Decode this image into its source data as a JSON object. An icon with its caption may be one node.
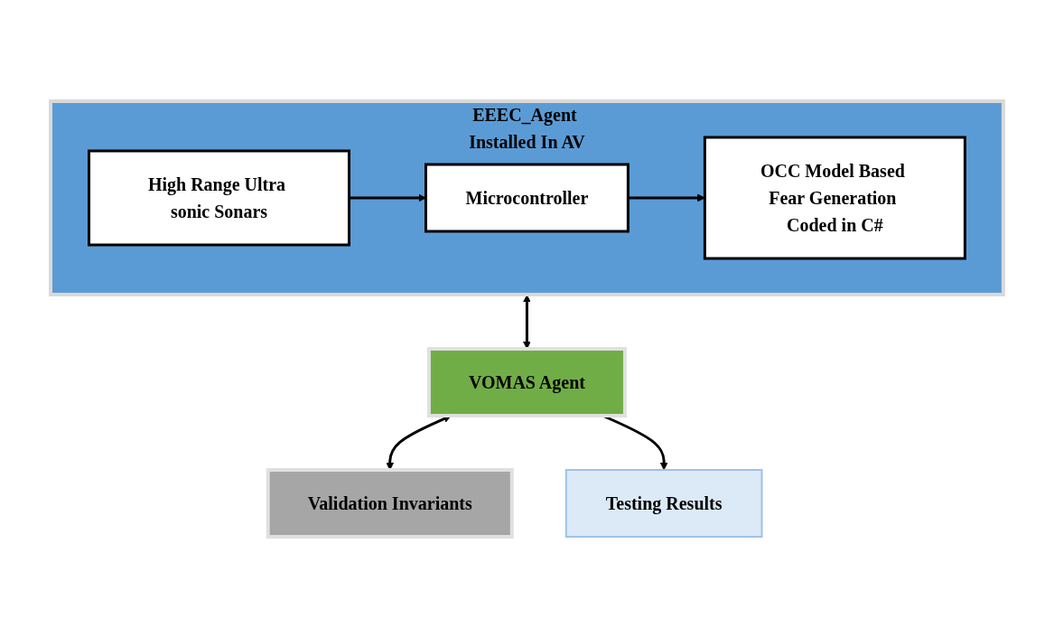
{
  "diagram": {
    "nodes": [
      {
        "text": [
          "EEEC_Agent Installed In AV"
        ]
      },
      {
        "text": [
          "High Range Ultra sonic Sonars"
        ],
        "in": 0
      },
      {
        "text": [
          "Microcontroller"
        ],
        "in": 0
      },
      {
        "text": [
          "OCC Model Based Fear Generation Coded in C#"
        ],
        "in": 0
      },
      {
        "text": [
          "VOMAS Agent"
        ]
      },
      {
        "text": [
          "Validation Invariants"
        ]
      },
      {
        "text": [
          "Testing Results"
        ]
      }
    ],
    "edges": [
      {
        "from": 1,
        "to": 2,
        "arrow": "to"
      },
      {
        "from": 2,
        "to": 3,
        "arrow": "to"
      },
      {
        "from": 0,
        "to": 4,
        "arrow": "both"
      },
      {
        "from": 4,
        "to": 5,
        "arrow": "both"
      },
      {
        "from": 4,
        "to": 6,
        "arrow": "to"
      }
    ]
  }
}
